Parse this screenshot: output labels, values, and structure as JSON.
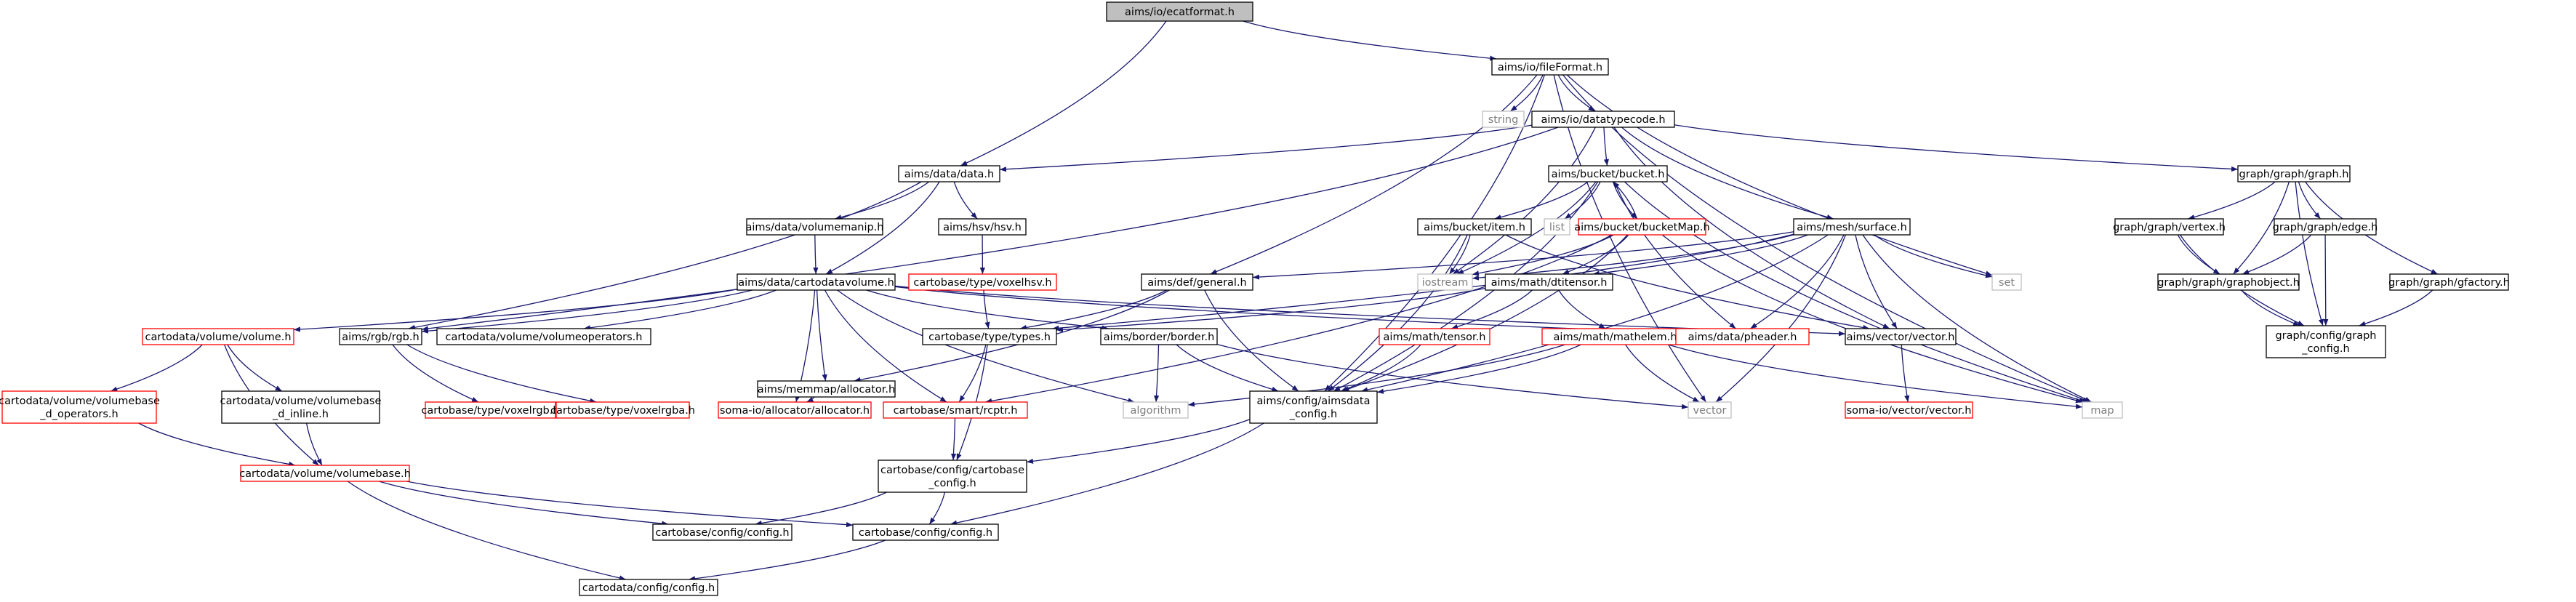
{
  "colors": {
    "edge": "#191970",
    "node_border": "#000000",
    "node_text": "#000000",
    "broken_border": "#ff0000",
    "system_border": "#bfbfbf",
    "system_text": "#7f7f7f",
    "root_fill": "#bfbfbf"
  },
  "nodes": [
    {
      "id": "ecat",
      "kind": "root",
      "lines": [
        "aims/io/ecatformat.h"
      ]
    },
    {
      "id": "fileFormat",
      "kind": "normal",
      "lines": [
        "aims/io/fileFormat.h"
      ]
    },
    {
      "id": "string",
      "kind": "system",
      "lines": [
        "string"
      ]
    },
    {
      "id": "datatypecode",
      "kind": "normal",
      "lines": [
        "aims/io/datatypecode.h"
      ]
    },
    {
      "id": "data",
      "kind": "normal",
      "lines": [
        "aims/data/data.h"
      ]
    },
    {
      "id": "volumemanip",
      "kind": "normal",
      "lines": [
        "aims/data/volumemanip.h"
      ]
    },
    {
      "id": "hsv",
      "kind": "normal",
      "lines": [
        "aims/hsv/hsv.h"
      ]
    },
    {
      "id": "voxelhsv",
      "kind": "broken",
      "lines": [
        "cartobase/type/voxelhsv.h"
      ]
    },
    {
      "id": "cartodatavolume",
      "kind": "normal",
      "lines": [
        "aims/data/cartodatavolume.h"
      ]
    },
    {
      "id": "bucket",
      "kind": "normal",
      "lines": [
        "aims/bucket/bucket.h"
      ]
    },
    {
      "id": "list",
      "kind": "system",
      "lines": [
        "list"
      ]
    },
    {
      "id": "bucketitem",
      "kind": "normal",
      "lines": [
        "aims/bucket/item.h"
      ]
    },
    {
      "id": "bucketMap",
      "kind": "broken",
      "lines": [
        "aims/bucket/bucketMap.h"
      ]
    },
    {
      "id": "surface",
      "kind": "normal",
      "lines": [
        "aims/mesh/surface.h"
      ]
    },
    {
      "id": "set",
      "kind": "system",
      "lines": [
        "set"
      ]
    },
    {
      "id": "iostream",
      "kind": "system",
      "lines": [
        "iostream"
      ]
    },
    {
      "id": "dtitensor",
      "kind": "normal",
      "lines": [
        "aims/math/dtitensor.h"
      ]
    },
    {
      "id": "general",
      "kind": "normal",
      "lines": [
        "aims/def/general.h"
      ]
    },
    {
      "id": "graph",
      "kind": "normal",
      "lines": [
        "graph/graph/graph.h"
      ]
    },
    {
      "id": "vertex",
      "kind": "normal",
      "lines": [
        "graph/graph/vertex.h"
      ]
    },
    {
      "id": "edge",
      "kind": "normal",
      "lines": [
        "graph/graph/edge.h"
      ]
    },
    {
      "id": "graphobject",
      "kind": "normal",
      "lines": [
        "graph/graph/graphobject.h"
      ]
    },
    {
      "id": "gfactory",
      "kind": "normal",
      "lines": [
        "graph/graph/gfactory.h"
      ]
    },
    {
      "id": "graphconfig",
      "kind": "normal",
      "lines": [
        "graph/config/graph",
        "_config.h"
      ]
    },
    {
      "id": "volume",
      "kind": "broken",
      "lines": [
        "cartodata/volume/volume.h"
      ]
    },
    {
      "id": "rgb",
      "kind": "normal",
      "lines": [
        "aims/rgb/rgb.h"
      ]
    },
    {
      "id": "volumeoperators",
      "kind": "normal",
      "lines": [
        "cartodata/volume/volumeoperators.h"
      ]
    },
    {
      "id": "allocator",
      "kind": "normal",
      "lines": [
        "aims/memmap/allocator.h"
      ]
    },
    {
      "id": "types",
      "kind": "normal",
      "lines": [
        "cartobase/type/types.h"
      ]
    },
    {
      "id": "border",
      "kind": "normal",
      "lines": [
        "aims/border/border.h"
      ]
    },
    {
      "id": "tensor",
      "kind": "broken",
      "lines": [
        "aims/math/tensor.h"
      ]
    },
    {
      "id": "mathelem",
      "kind": "broken",
      "lines": [
        "aims/math/mathelem.h"
      ]
    },
    {
      "id": "pheader",
      "kind": "broken",
      "lines": [
        "aims/data/pheader.h"
      ]
    },
    {
      "id": "vectorh",
      "kind": "normal",
      "lines": [
        "aims/vector/vector.h"
      ]
    },
    {
      "id": "vboperators",
      "kind": "broken",
      "lines": [
        "cartodata/volume/volumebase",
        "_d_operators.h"
      ]
    },
    {
      "id": "vbdinline",
      "kind": "normal",
      "lines": [
        "cartodata/volume/volumebase",
        "_d_inline.h"
      ]
    },
    {
      "id": "voxelrgb",
      "kind": "broken",
      "lines": [
        "cartobase/type/voxelrgb.h"
      ]
    },
    {
      "id": "voxelrgba",
      "kind": "broken",
      "lines": [
        "cartobase/type/voxelrgba.h"
      ]
    },
    {
      "id": "somaallocator",
      "kind": "broken",
      "lines": [
        "soma-io/allocator/allocator.h"
      ]
    },
    {
      "id": "rcptr",
      "kind": "broken",
      "lines": [
        "cartobase/smart/rcptr.h"
      ]
    },
    {
      "id": "algorithm",
      "kind": "system",
      "lines": [
        "algorithm"
      ]
    },
    {
      "id": "aimsdataconfig",
      "kind": "normal",
      "lines": [
        "aims/config/aimsdata",
        "_config.h"
      ]
    },
    {
      "id": "vector",
      "kind": "system",
      "lines": [
        "vector"
      ]
    },
    {
      "id": "map",
      "kind": "system",
      "lines": [
        "map"
      ]
    },
    {
      "id": "somavector",
      "kind": "broken",
      "lines": [
        "soma-io/vector/vector.h"
      ]
    },
    {
      "id": "volumebase",
      "kind": "broken",
      "lines": [
        "cartodata/volume/volumebase.h"
      ]
    },
    {
      "id": "cartobaseconfig",
      "kind": "normal",
      "lines": [
        "cartobase/config/cartobase",
        "_config.h"
      ]
    },
    {
      "id": "cbconfig1",
      "kind": "normal",
      "lines": [
        "cartobase/config/config.h"
      ]
    },
    {
      "id": "cbconfig2",
      "kind": "normal",
      "lines": [
        "cartobase/config/config.h"
      ]
    },
    {
      "id": "cdconfig",
      "kind": "normal",
      "lines": [
        "cartodata/config/config.h"
      ]
    }
  ],
  "edges": [
    [
      "ecat",
      "fileFormat"
    ],
    [
      "ecat",
      "data"
    ],
    [
      "fileFormat",
      "string"
    ],
    [
      "fileFormat",
      "datatypecode"
    ],
    [
      "fileFormat",
      "general"
    ],
    [
      "fileFormat",
      "aimsdataconfig"
    ],
    [
      "fileFormat",
      "set"
    ],
    [
      "fileFormat",
      "vector"
    ],
    [
      "fileFormat",
      "map"
    ],
    [
      "datatypecode",
      "data"
    ],
    [
      "datatypecode",
      "bucket"
    ],
    [
      "datatypecode",
      "surface"
    ],
    [
      "datatypecode",
      "graph"
    ],
    [
      "datatypecode",
      "rgb"
    ],
    [
      "datatypecode",
      "iostream"
    ],
    [
      "datatypecode",
      "vectorh"
    ],
    [
      "data",
      "volumemanip"
    ],
    [
      "data",
      "hsv"
    ],
    [
      "data",
      "cartodatavolume"
    ],
    [
      "data",
      "rgb"
    ],
    [
      "volumemanip",
      "cartodatavolume"
    ],
    [
      "hsv",
      "voxelhsv"
    ],
    [
      "voxelhsv",
      "types"
    ],
    [
      "cartodatavolume",
      "volume"
    ],
    [
      "cartodatavolume",
      "rgb"
    ],
    [
      "cartodatavolume",
      "volumeoperators"
    ],
    [
      "cartodatavolume",
      "allocator"
    ],
    [
      "cartodatavolume",
      "border"
    ],
    [
      "cartodatavolume",
      "somaallocator"
    ],
    [
      "cartodatavolume",
      "rcptr"
    ],
    [
      "cartodatavolume",
      "algorithm"
    ],
    [
      "cartodatavolume",
      "pheader"
    ],
    [
      "cartodatavolume",
      "vectorh"
    ],
    [
      "bucket",
      "list"
    ],
    [
      "bucket",
      "bucketitem"
    ],
    [
      "bucket",
      "bucketMap"
    ],
    [
      "bucket",
      "aimsdataconfig"
    ],
    [
      "bucket",
      "pheader"
    ],
    [
      "bucket",
      "iostream"
    ],
    [
      "bucket",
      "map"
    ],
    [
      "bucketitem",
      "iostream"
    ],
    [
      "bucketitem",
      "aimsdataconfig"
    ],
    [
      "bucketitem",
      "vectorh"
    ],
    [
      "bucketMap",
      "bucket"
    ],
    [
      "bucketMap",
      "dtitensor"
    ],
    [
      "bucketMap",
      "iostream"
    ],
    [
      "bucketMap",
      "map"
    ],
    [
      "bucketMap",
      "aimsdataconfig"
    ],
    [
      "bucketMap",
      "rcptr"
    ],
    [
      "surface",
      "general"
    ],
    [
      "surface",
      "set"
    ],
    [
      "surface",
      "iostream"
    ],
    [
      "surface",
      "dtitensor"
    ],
    [
      "surface",
      "vectorh"
    ],
    [
      "surface",
      "pheader"
    ],
    [
      "surface",
      "map"
    ],
    [
      "surface",
      "vector"
    ],
    [
      "surface",
      "aimsdataconfig"
    ],
    [
      "surface",
      "types"
    ],
    [
      "dtitensor",
      "tensor"
    ],
    [
      "dtitensor",
      "mathelem"
    ],
    [
      "dtitensor",
      "types"
    ],
    [
      "general",
      "allocator"
    ],
    [
      "general",
      "types"
    ],
    [
      "general",
      "aimsdataconfig"
    ],
    [
      "graph",
      "vertex"
    ],
    [
      "graph",
      "edge"
    ],
    [
      "graph",
      "graphobject"
    ],
    [
      "graph",
      "gfactory"
    ],
    [
      "graph",
      "graphconfig"
    ],
    [
      "vertex",
      "graphobject"
    ],
    [
      "vertex",
      "graphconfig"
    ],
    [
      "edge",
      "graphobject"
    ],
    [
      "edge",
      "graphconfig"
    ],
    [
      "graphobject",
      "graphconfig"
    ],
    [
      "gfactory",
      "graphconfig"
    ],
    [
      "volume",
      "vboperators"
    ],
    [
      "volume",
      "vbdinline"
    ],
    [
      "volume",
      "volumebase"
    ],
    [
      "vboperators",
      "volumebase"
    ],
    [
      "vbdinline",
      "volumebase"
    ],
    [
      "rgb",
      "voxelrgb"
    ],
    [
      "rgb",
      "voxelrgba"
    ],
    [
      "allocator",
      "somaallocator"
    ],
    [
      "types",
      "rcptr"
    ],
    [
      "types",
      "cartobaseconfig"
    ],
    [
      "border",
      "algorithm"
    ],
    [
      "border",
      "aimsdataconfig"
    ],
    [
      "border",
      "vector"
    ],
    [
      "tensor",
      "aimsdataconfig"
    ],
    [
      "mathelem",
      "aimsdataconfig"
    ],
    [
      "mathelem",
      "algorithm"
    ],
    [
      "mathelem",
      "vector"
    ],
    [
      "mathelem",
      "map"
    ],
    [
      "vectorh",
      "somavector"
    ],
    [
      "aimsdataconfig",
      "cartobaseconfig"
    ],
    [
      "aimsdataconfig",
      "cbconfig2"
    ],
    [
      "rcptr",
      "cartobaseconfig"
    ],
    [
      "cartobaseconfig",
      "cbconfig1"
    ],
    [
      "cartobaseconfig",
      "cbconfig2"
    ],
    [
      "volumebase",
      "cbconfig1"
    ],
    [
      "volumebase",
      "cbconfig2"
    ],
    [
      "volumebase",
      "cdconfig"
    ],
    [
      "cbconfig2",
      "cdconfig"
    ]
  ]
}
